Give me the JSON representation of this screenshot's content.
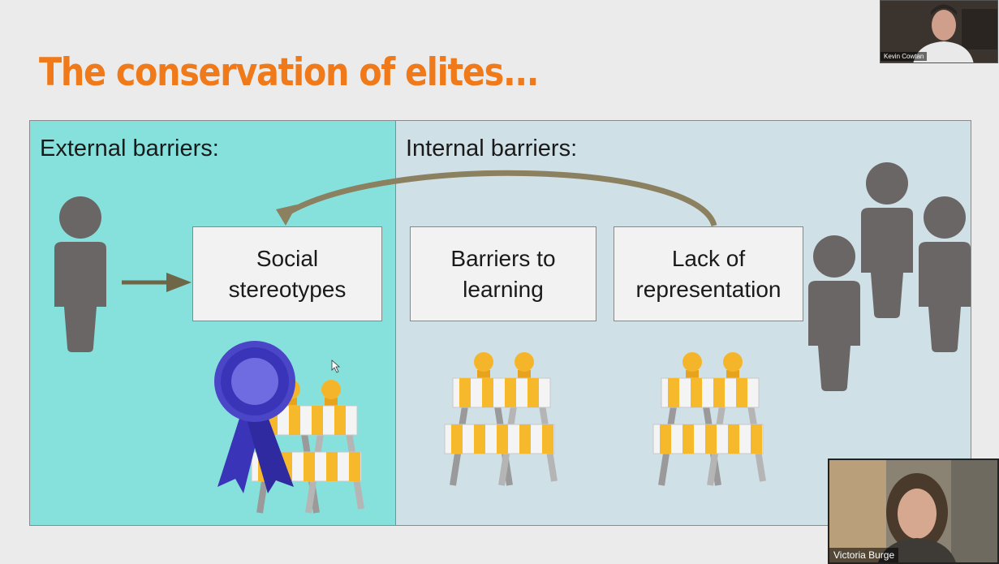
{
  "slide": {
    "title": "The conservation of elites...",
    "external_label": "External barriers:",
    "internal_label": "Internal barriers:",
    "boxes": [
      {
        "line1": "Social",
        "line2": "stereotypes"
      },
      {
        "line1": "Barriers to",
        "line2": "learning"
      },
      {
        "line1": "Lack of",
        "line2": "representation"
      }
    ]
  },
  "participants": [
    {
      "name": "Kevin Cowtan"
    },
    {
      "name": "Victoria Burge"
    }
  ],
  "colors": {
    "title": "#f07a19",
    "external_bg": "#86e1dc",
    "internal_bg": "#cfe0e6",
    "person": "#6b6666",
    "arrow": "#8b8060",
    "ribbon": "#3a35b8"
  },
  "icons": [
    "person-icon",
    "arrow-icon",
    "ribbon-icon",
    "barricade-icon",
    "mouse-cursor-icon"
  ]
}
